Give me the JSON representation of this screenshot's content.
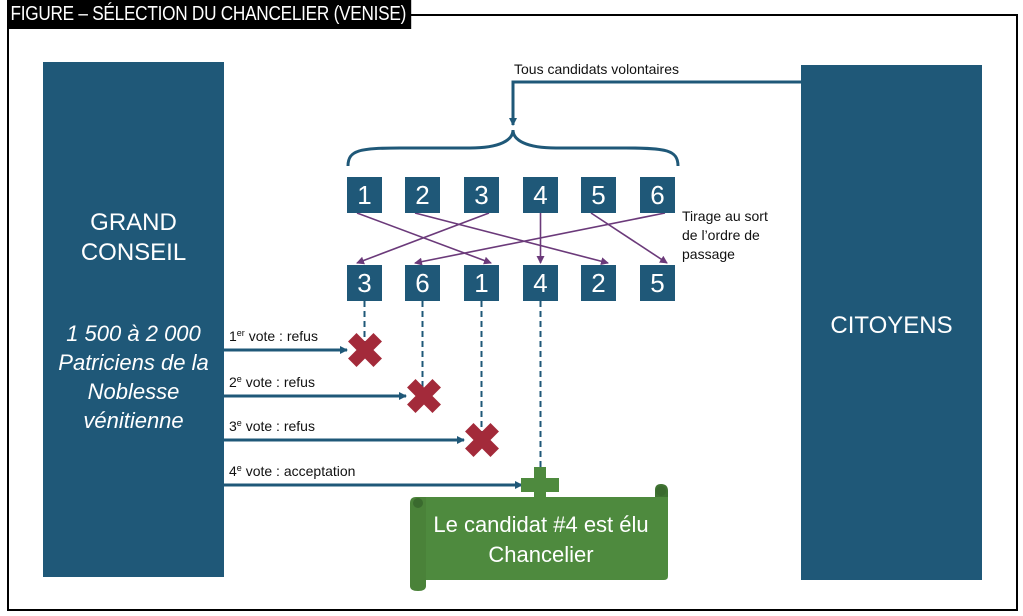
{
  "title": "FIGURE – SÉLECTION DU CHANCELIER (VENISE)",
  "left_panel": {
    "title_line1": "GRAND",
    "title_line2": "CONSEIL",
    "sub_line1": "1 500 à 2 000",
    "sub_line2": "Patriciens de la",
    "sub_line3": "Noblesse",
    "sub_line4": "vénitienne"
  },
  "right_panel": {
    "title": "CITOYENS"
  },
  "candidates_label": "Tous candidats volontaires",
  "draw_label": {
    "line1": "Tirage au sort",
    "line2": "de l’ordre de",
    "line3": "passage"
  },
  "initial_order": [
    "1",
    "2",
    "3",
    "4",
    "5",
    "6"
  ],
  "drawn_order": [
    "3",
    "6",
    "1",
    "4",
    "2",
    "5"
  ],
  "votes": [
    {
      "num": "1",
      "sup": "er",
      "text": " vote : refus",
      "result": "refus"
    },
    {
      "num": "2",
      "sup": "e",
      "text": " vote : refus",
      "result": "refus"
    },
    {
      "num": "3",
      "sup": "e",
      "text": " vote : refus",
      "result": "refus"
    },
    {
      "num": "4",
      "sup": "e",
      "text": " vote : acceptation",
      "result": "acceptation"
    }
  ],
  "result": {
    "line1": "Le candidat #4 est élu",
    "line2": "Chancelier"
  },
  "colors": {
    "panel": "#1f5878",
    "arrow": "#1f5878",
    "shuffle": "#6b3a7a",
    "refuse": "#a32a3a",
    "accept": "#4e8a3e"
  }
}
